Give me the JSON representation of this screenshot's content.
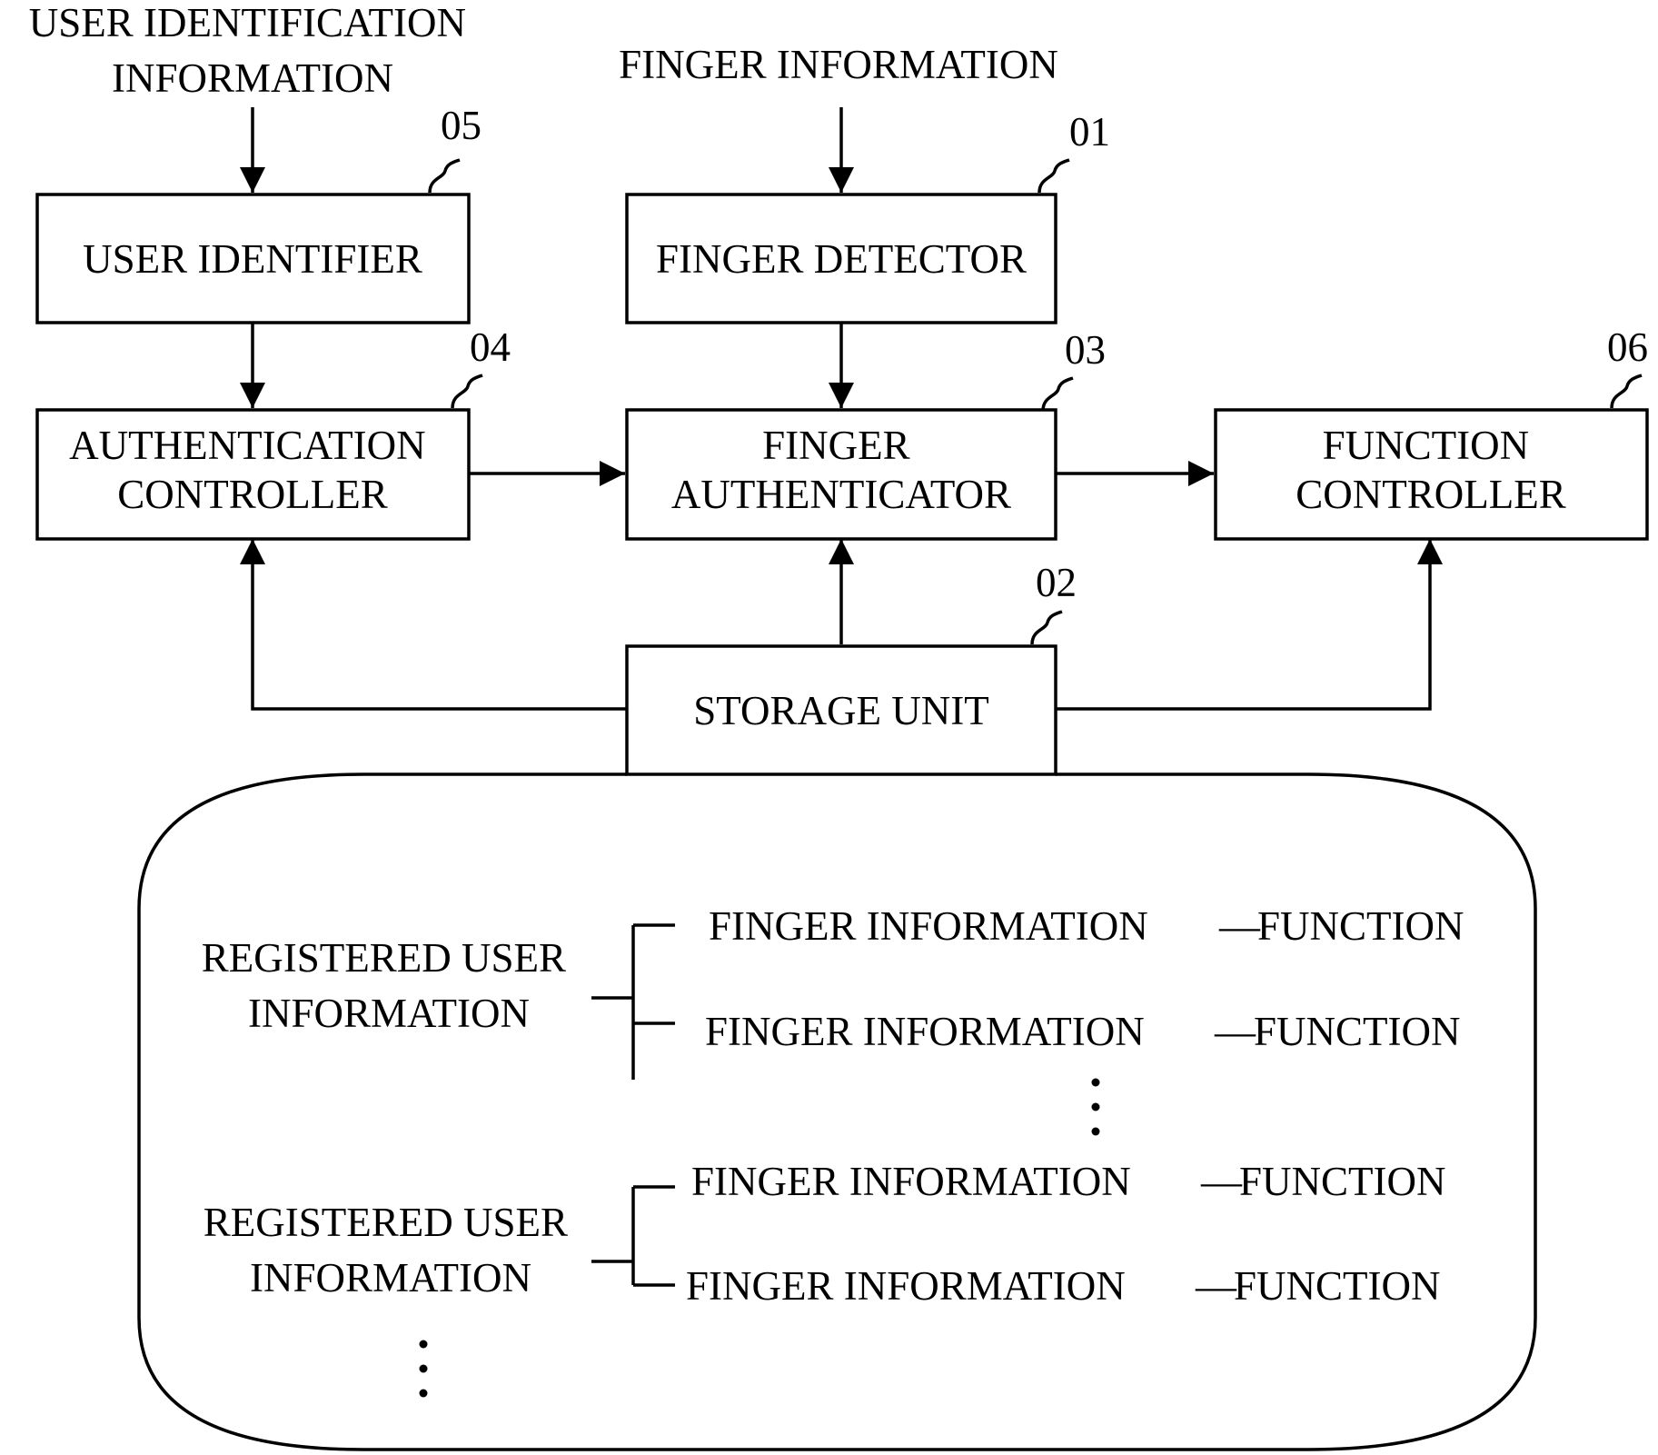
{
  "inputs": {
    "user_identification_info": [
      "USER IDENTIFICATION",
      "INFORMATION"
    ],
    "finger_info": "FINGER INFORMATION"
  },
  "blocks": {
    "user_identifier": {
      "label": [
        "USER IDENTIFIER"
      ],
      "ref": "05"
    },
    "finger_detector": {
      "label": [
        "FINGER DETECTOR"
      ],
      "ref": "01"
    },
    "authentication_controller": {
      "label": [
        "AUTHENTICATION",
        "CONTROLLER"
      ],
      "ref": "04"
    },
    "finger_authenticator": {
      "label": [
        "FINGER",
        "AUTHENTICATOR"
      ],
      "ref": "03"
    },
    "function_controller": {
      "label": [
        "FUNCTION",
        "CONTROLLER"
      ],
      "ref": "06"
    },
    "storage_unit": {
      "label": [
        "STORAGE UNIT"
      ],
      "ref": "02"
    }
  },
  "storage_contents": {
    "groups": [
      {
        "label": [
          "REGISTERED USER",
          "INFORMATION"
        ],
        "entries": [
          {
            "finger": "FINGER INFORMATION",
            "dash": "—",
            "function": "FUNCTION"
          },
          {
            "finger": "FINGER INFORMATION",
            "dash": "—",
            "function": "FUNCTION"
          }
        ]
      },
      {
        "label": [
          "REGISTERED USER",
          "INFORMATION"
        ],
        "entries": [
          {
            "finger": "FINGER INFORMATION",
            "dash": "—",
            "function": "FUNCTION"
          },
          {
            "finger": "FINGER INFORMATION",
            "dash": "—",
            "function": "FUNCTION"
          }
        ]
      }
    ]
  }
}
